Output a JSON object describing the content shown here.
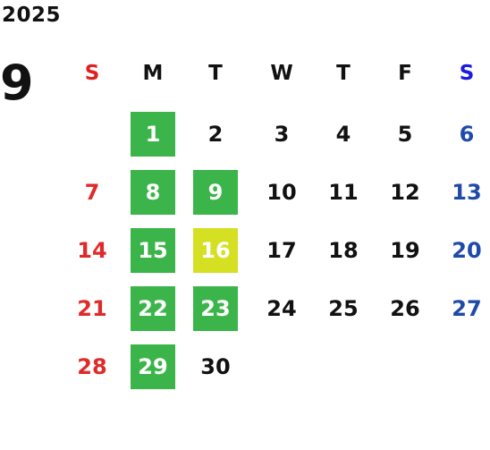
{
  "calendar": {
    "year": "2025",
    "month": "9",
    "weekdays": [
      "S",
      "M",
      "T",
      "W",
      "T",
      "F",
      "S"
    ],
    "colors": {
      "sunday_header": "#e02020",
      "saturday_header": "#1a1ae0",
      "sunday": "#e02a2a",
      "saturday": "#1f4aa8",
      "weekday": "#111111",
      "highlight_green": "#3bb54a",
      "highlight_yellow": "#d4e021"
    },
    "days": [
      {
        "label": "1",
        "highlight": "green"
      },
      {
        "label": "2"
      },
      {
        "label": "3"
      },
      {
        "label": "4"
      },
      {
        "label": "5"
      },
      {
        "label": "6"
      },
      {
        "label": "7"
      },
      {
        "label": "8",
        "highlight": "green"
      },
      {
        "label": "9",
        "highlight": "green"
      },
      {
        "label": "10"
      },
      {
        "label": "11"
      },
      {
        "label": "12"
      },
      {
        "label": "13"
      },
      {
        "label": "14"
      },
      {
        "label": "15",
        "highlight": "green"
      },
      {
        "label": "16",
        "highlight": "yellow"
      },
      {
        "label": "17"
      },
      {
        "label": "18"
      },
      {
        "label": "19"
      },
      {
        "label": "20"
      },
      {
        "label": "21"
      },
      {
        "label": "22",
        "highlight": "green"
      },
      {
        "label": "23",
        "highlight": "green"
      },
      {
        "label": "24"
      },
      {
        "label": "25"
      },
      {
        "label": "26"
      },
      {
        "label": "27"
      },
      {
        "label": "28"
      },
      {
        "label": "29",
        "highlight": "green"
      },
      {
        "label": "30"
      }
    ]
  }
}
